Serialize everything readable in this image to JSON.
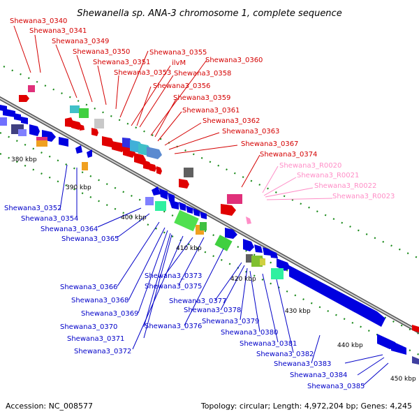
{
  "title": "Shewanella sp. ANA-3 chromosome 1, complete sequence",
  "footer": {
    "accession": "Accession: NC_008577",
    "summary": "Topology: circular; Length: 4,972,204 bp; Genes: 4,245"
  },
  "colors": {
    "forward_label": "#d40000",
    "reverse_label": "#0000c8",
    "rna_label": "#ff8ec7",
    "backbone": "#808080",
    "tick": "#008000"
  },
  "scale_ticks": [
    "380 kbp",
    "390 kbp",
    "400 kbp",
    "410 kbp",
    "420 kbp",
    "430 kbp",
    "440 kbp",
    "450 kbp"
  ],
  "labels": {
    "forward": [
      "Shewana3_0340",
      "Shewana3_0341",
      "Shewana3_0349",
      "Shewana3_0350",
      "Shewana3_0351",
      "Shewana3_0353",
      "Shewana3_0355",
      "ilvM",
      "Shewana3_0360",
      "Shewana3_0358",
      "Shewana3_0356",
      "Shewana3_0359",
      "Shewana3_0361",
      "Shewana3_0362",
      "Shewana3_0363",
      "Shewana3_0367",
      "Shewana3_0374"
    ],
    "rna": [
      "Shewana3_R0020",
      "Shewana3_R0021",
      "Shewana3_R0022",
      "Shewana3_R0023"
    ],
    "reverse": [
      "Shewana3_0352",
      "Shewana3_0354",
      "Shewana3_0364",
      "Shewana3_0365",
      "Shewana3_0366",
      "Shewana3_0368",
      "Shewana3_0369",
      "Shewana3_0370",
      "Shewana3_0371",
      "Shewana3_0372",
      "Shewana3_0373",
      "Shewana3_0375",
      "Shewana3_0376",
      "Shewana3_0377",
      "Shewana3_0378",
      "Shewana3_0379",
      "Shewana3_0380",
      "Shewana3_0381",
      "Shewana3_0382",
      "Shewana3_0383",
      "Shewana3_0384",
      "Shewana3_0385"
    ]
  }
}
